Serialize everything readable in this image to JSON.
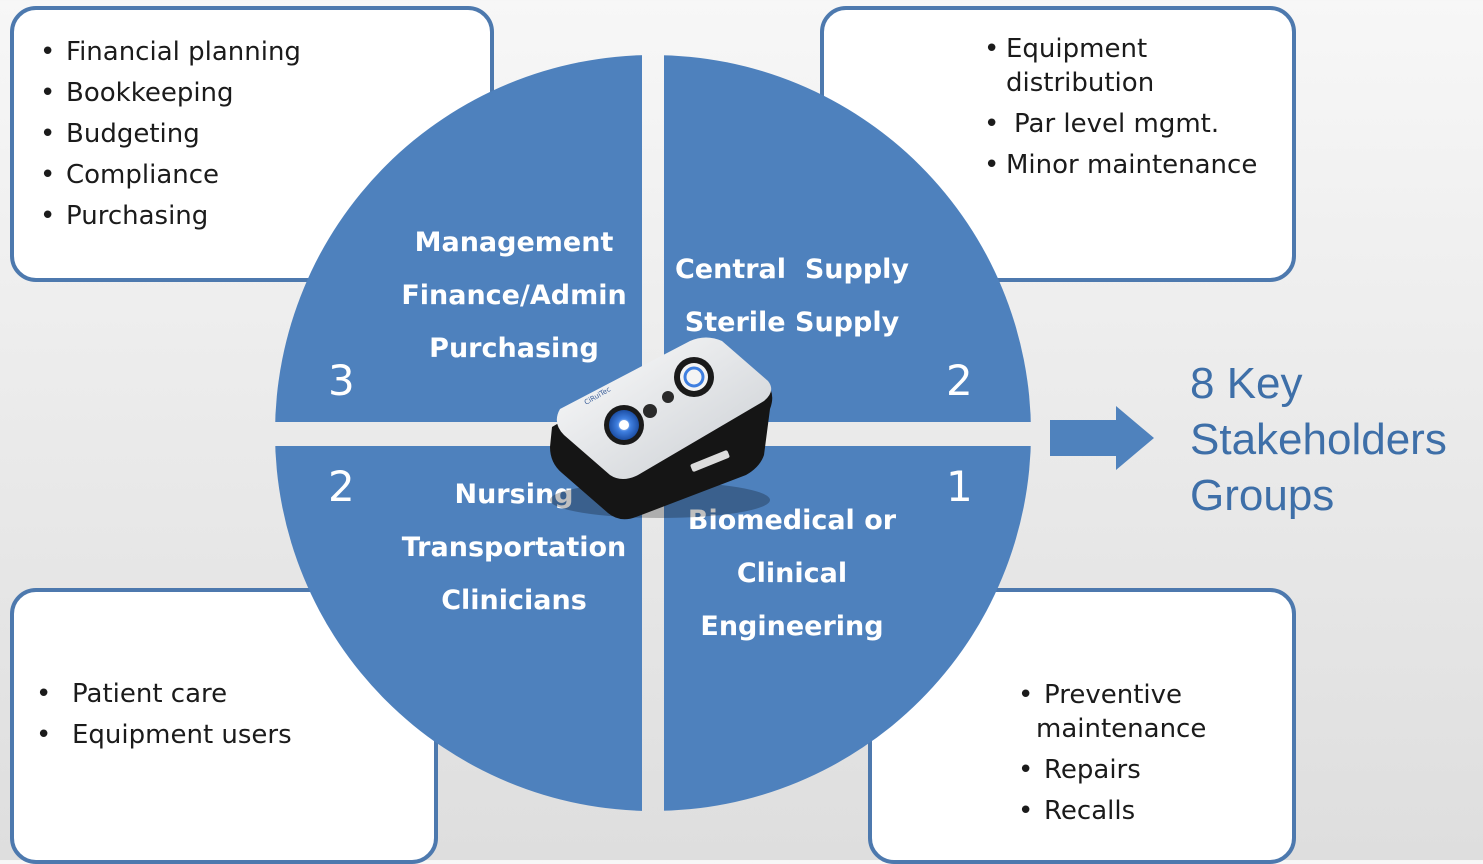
{
  "boxes": {
    "top_left": [
      "Financial planning",
      "Bookkeeping",
      "Budgeting",
      "Compliance",
      "Purchasing"
    ],
    "top_right": {
      "item1_line1": "Equipment",
      "item1_line2": "distribution",
      "item2": "Par level mgmt.",
      "item3": "Minor maintenance"
    },
    "bottom_left": [
      "Patient care",
      "Equipment users"
    ],
    "bottom_right": {
      "item1_line1": "Preventive",
      "item1_line2": "maintenance",
      "item2": "Repairs",
      "item3": "Recalls"
    }
  },
  "quadrants": {
    "top_left": {
      "lines": [
        "Management",
        "Finance/Admin",
        "Purchasing"
      ],
      "number": "3"
    },
    "top_right": {
      "lines": [
        "Central  Supply",
        "Sterile Supply"
      ],
      "number": "2"
    },
    "bottom_left": {
      "lines": [
        "Nursing",
        "Transportation",
        "Clinicians"
      ],
      "number": "2"
    },
    "bottom_right": {
      "lines": [
        "Biomedical or",
        "Clinical",
        "Engineering"
      ],
      "number": "1"
    }
  },
  "summary": {
    "line1": "8 Key",
    "line2": "Stakeholders",
    "line3": "Groups"
  },
  "device": {
    "logo_text": "CiRuiTec"
  },
  "colors": {
    "quadrant_fill": "#4e81bd",
    "border": "#4d79ae",
    "summary_text": "#3e6fa8",
    "arrow": "#4f82bd"
  }
}
